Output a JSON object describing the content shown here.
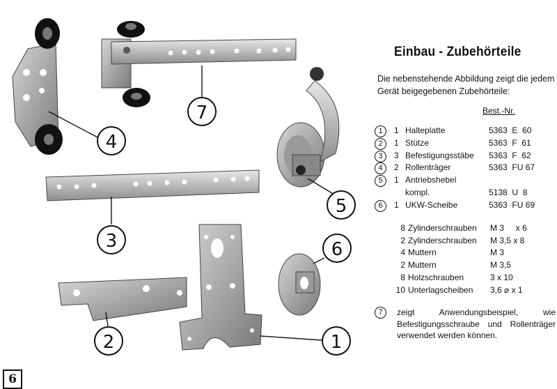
{
  "title": "Einbau - Zubehörteile",
  "intro": "Die nebenstehende Abbildung zeigt die jedem Gerät beigegebenen Zubehörteile:",
  "bestnr_header": "Best.-Nr.",
  "parts": [
    {
      "num": "1",
      "qty": "1",
      "name": "Halteplatte",
      "code": "5363  E  60"
    },
    {
      "num": "2",
      "qty": "1",
      "name": "Stütze",
      "code": "5363  F  61"
    },
    {
      "num": "3",
      "qty": "3",
      "name": "Befestigungsstäbe",
      "code": "5363  F  62"
    },
    {
      "num": "4",
      "qty": "2",
      "name": "Rollenträger",
      "code": "5363  FU 67"
    },
    {
      "num": "5",
      "qty": "1",
      "name": "Antriebshebel",
      "code": ""
    },
    {
      "num": "",
      "qty": "",
      "name": "kompl.",
      "code": "5138  U  8"
    },
    {
      "num": "6",
      "qty": "1",
      "name": "UKW-Scheibe",
      "code": "5363  FU 69"
    }
  ],
  "screws": [
    {
      "qty": "8",
      "name": "Zylinderschrauben",
      "size": "M 3     x 6"
    },
    {
      "qty": "2",
      "name": "Zylinderschrauben",
      "size": "M 3,5 x 8"
    },
    {
      "qty": "4",
      "name": "Muttern",
      "size": "M 3"
    },
    {
      "qty": "2",
      "name": "Muttern",
      "size": "M 3,5"
    },
    {
      "qty": "8",
      "name": "Holzschrauben",
      "size": "3 x 10"
    },
    {
      "qty": "10",
      "name": "Unterlagscheiben",
      "size": "3,6 ⌀ x 1"
    }
  ],
  "note_num": "7",
  "note": "zeigt Anwendungsbeispiel, wie Befestigungsschraube und Rollenträger verwendet werden können.",
  "page_number": "6",
  "callouts": [
    "1",
    "2",
    "3",
    "4",
    "5",
    "6",
    "7"
  ]
}
